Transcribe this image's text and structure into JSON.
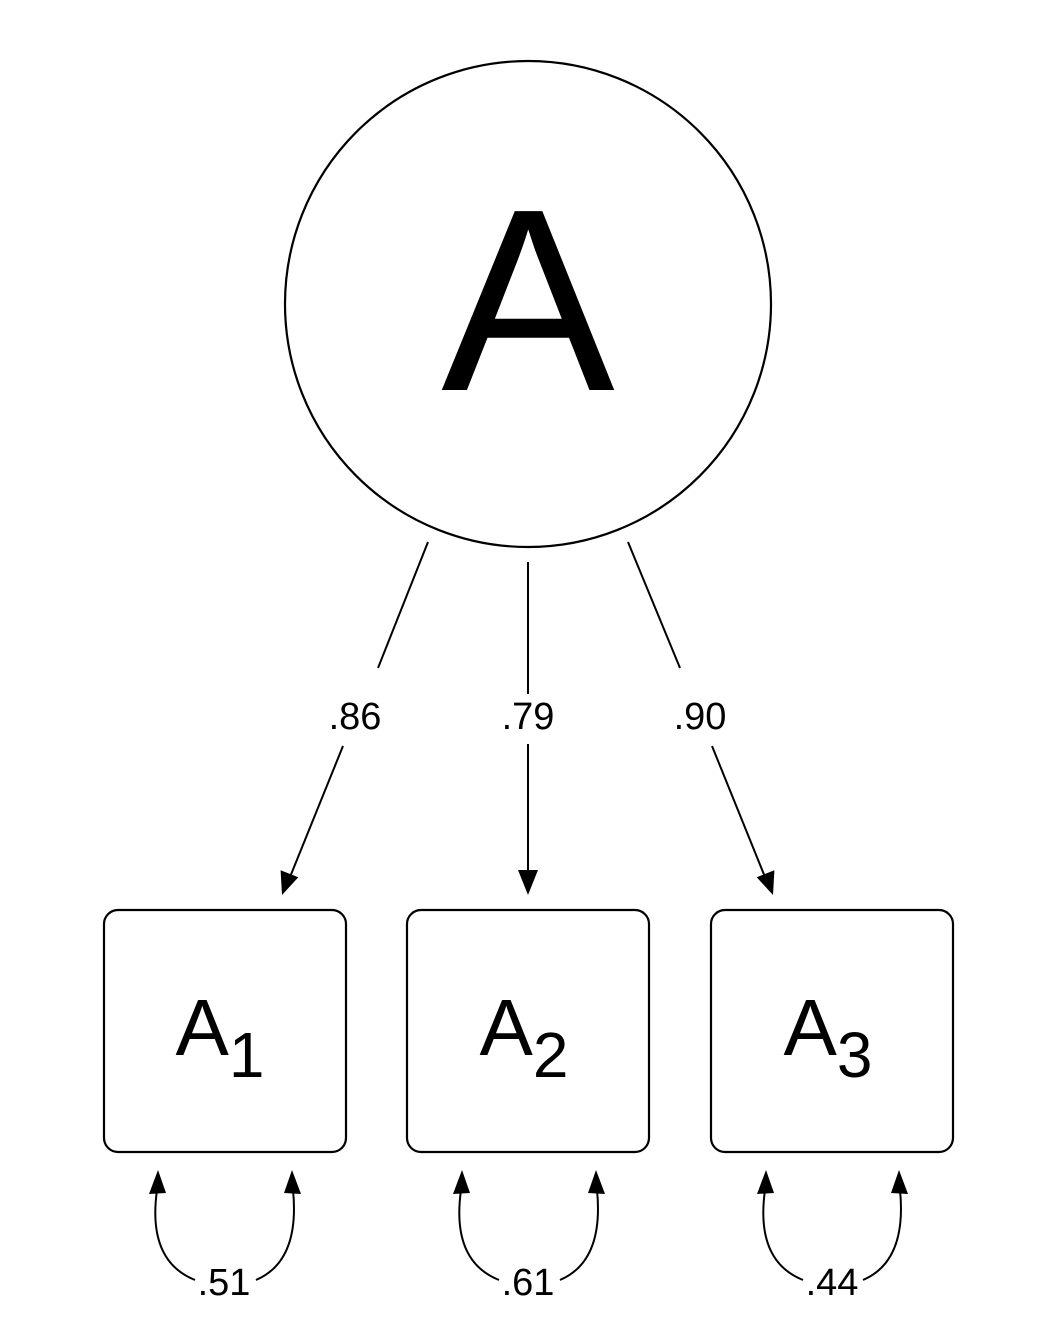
{
  "latent": {
    "label": "A"
  },
  "indicators": [
    {
      "base": "A",
      "subscript": "1",
      "loading": ".86",
      "residual": ".51"
    },
    {
      "base": "A",
      "subscript": "2",
      "loading": ".79",
      "residual": ".61"
    },
    {
      "base": "A",
      "subscript": "3",
      "loading": ".90",
      "residual": ".44"
    }
  ],
  "colors": {
    "stroke": "#000000",
    "background": "#ffffff"
  }
}
